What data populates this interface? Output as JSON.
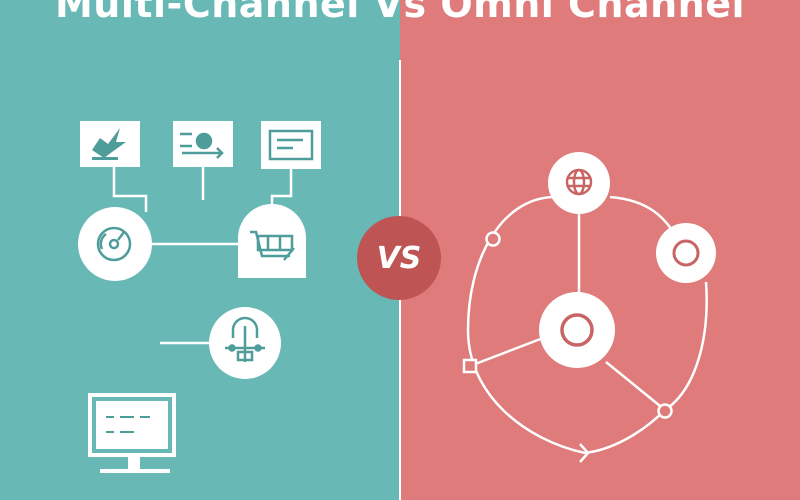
{
  "title": {
    "left": "Multi-Channel",
    "vs": "Vs",
    "right": "Omni Channel"
  },
  "badge": {
    "label": "VS"
  },
  "colors": {
    "multi_channel_bg": "#68b8b6",
    "omni_channel_bg": "#df7b7a",
    "vs_badge": "#bf5454",
    "icon_fill": "#ffffff",
    "icon_stroke_left": "#4f9d9b",
    "icon_stroke_right": "#c96464"
  },
  "multi_channel": {
    "icons": [
      "twitter-bird-icon",
      "profile-transfer-icon",
      "message-card-icon",
      "disc-icon",
      "cart-icon",
      "tap-press-icon",
      "desktop-monitor-icon"
    ]
  },
  "omni_channel": {
    "icons": [
      "globe-icon",
      "ring-node-icon",
      "hub-node-icon"
    ]
  }
}
